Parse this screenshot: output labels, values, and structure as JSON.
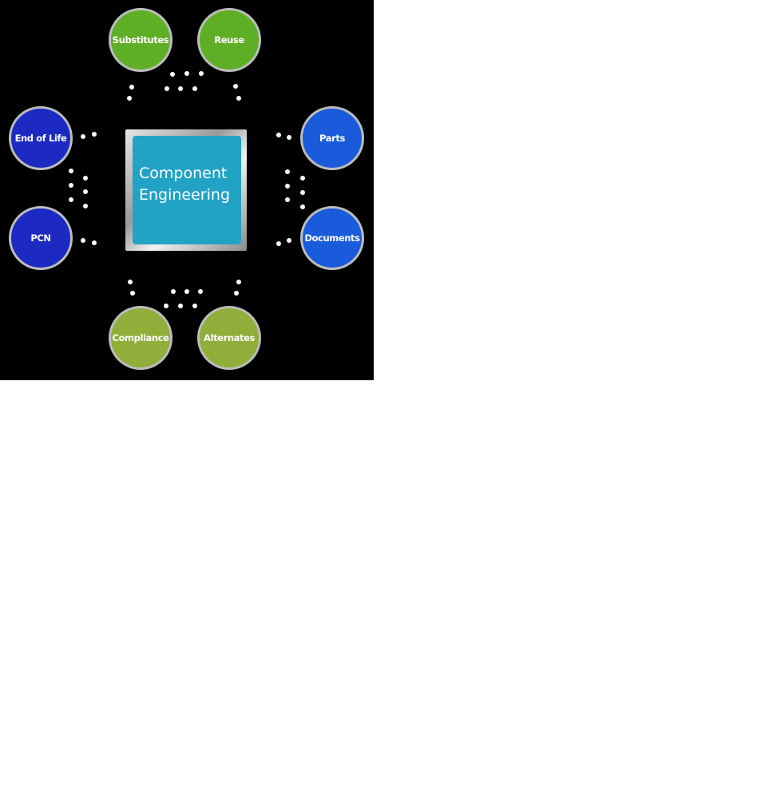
{
  "center": {
    "line1": "Component",
    "line2": "Engineering",
    "color": "#22a3c6"
  },
  "nodes": {
    "substitutes": {
      "label": "Substitutes",
      "color": "#5faf26"
    },
    "reuse": {
      "label": "Reuse",
      "color": "#5faf26"
    },
    "end_of_life": {
      "label": "End of Life",
      "color": "#1c2ac2"
    },
    "pcn": {
      "label": "PCN",
      "color": "#1c2ac2"
    },
    "parts": {
      "label": "Parts",
      "color": "#1a5bdc"
    },
    "documents": {
      "label": "Documents",
      "color": "#1a5bdc"
    },
    "compliance": {
      "label": "Compliance",
      "color": "#8fae3a"
    },
    "alternates": {
      "label": "Alternates",
      "color": "#8fae3a"
    }
  },
  "background": "#000000"
}
